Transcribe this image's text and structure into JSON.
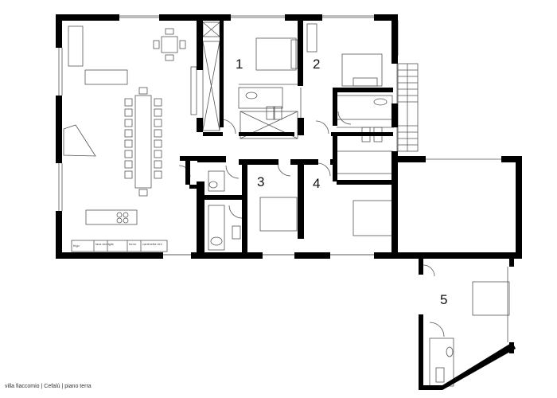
{
  "title": "villa fiaccomio | Cefalù | piano terra",
  "rooms": [
    {
      "label": "1"
    },
    {
      "label": "2"
    },
    {
      "label": "3"
    },
    {
      "label": "4"
    },
    {
      "label": "5"
    }
  ],
  "kitchen_labels": {
    "frigo": "frigo",
    "lavastoviglie": "lava stoviglie",
    "forno": "forno",
    "cantinetta": "cantinetta vini"
  },
  "colors": {
    "wall": "#000000",
    "line": "#555555",
    "background": "#ffffff"
  }
}
